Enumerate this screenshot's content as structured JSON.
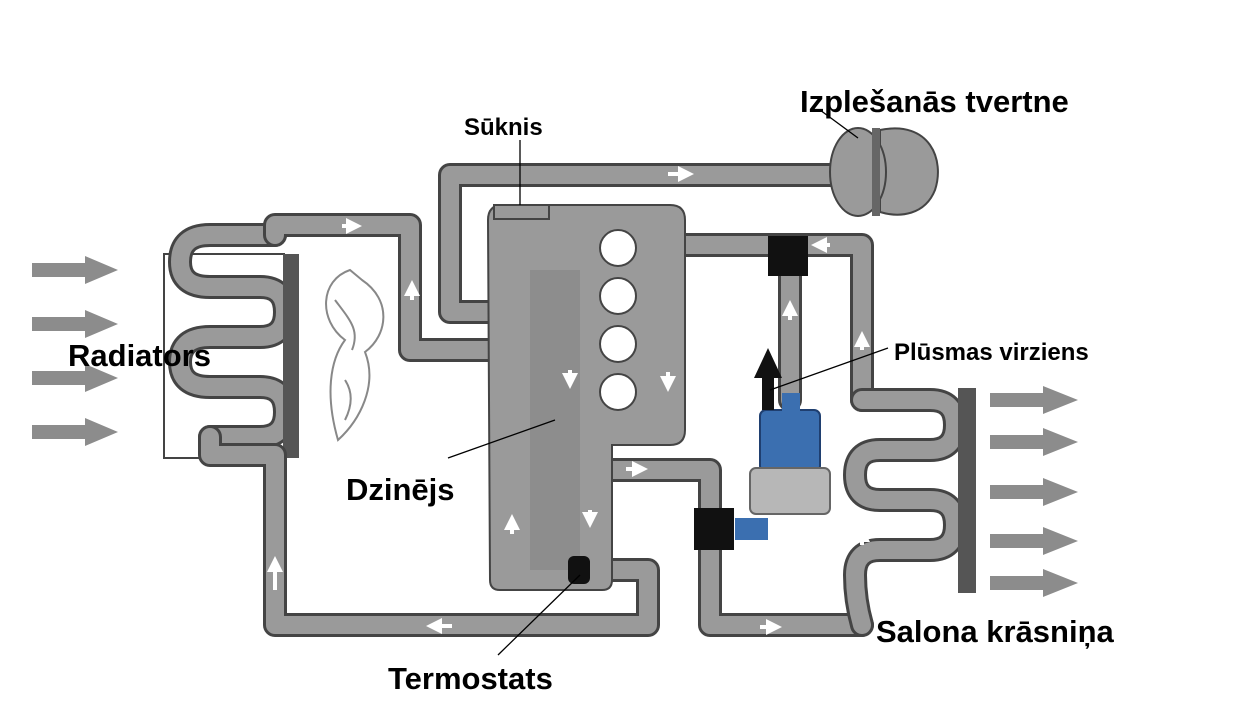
{
  "labels": {
    "radiator": "Radiators",
    "pump": "Sūknis",
    "expansion_tank": "Izplešanās tvertne",
    "flow_direction": "Plūsmas virziens",
    "engine": "Dzinējs",
    "thermostat": "Termostats",
    "cabin_heater": "Salona krāsniņa"
  },
  "colors": {
    "pipe_outline": "#444444",
    "pipe_fill": "#9a9a9a",
    "engine_block": "#9a9a9a",
    "air_arrow": "#8c8c8c",
    "electric_pump": "#3b6fb0",
    "fitting": "#111111"
  }
}
